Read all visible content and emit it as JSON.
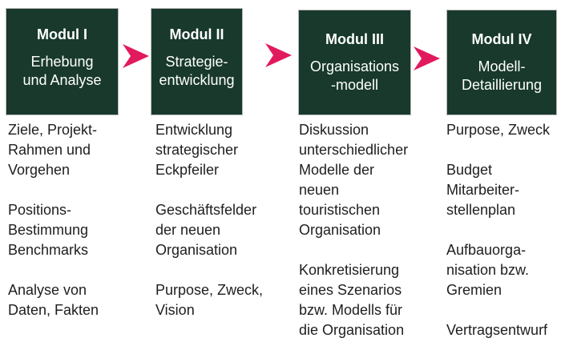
{
  "colors": {
    "box_fill": "#18392C",
    "box_border": "#b9b9b9",
    "arrow": "#E11A5E",
    "box_text": "#ffffff",
    "body_text": "#1e1e1e",
    "background": "#ffffff"
  },
  "modules": [
    {
      "title": "Modul I",
      "subtitle": "Erhebung\nund Analyse",
      "items": [
        "Ziele, Projekt-\nRahmen und\nVorgehen",
        "Positions-\nBestimmung\nBenchmarks",
        "Analyse von\nDaten, Fakten"
      ]
    },
    {
      "title": "Modul II",
      "subtitle": "Strategie-\nentwicklung",
      "items": [
        "Entwicklung\nstrategischer\nEckpfeiler",
        "Geschäftsfelder\nder neuen\nOrganisation",
        "Purpose, Zweck,\nVision"
      ]
    },
    {
      "title": "Modul III",
      "subtitle": "Organisations\n-modell",
      "items": [
        "Diskussion\nunterschiedlicher\nModelle der\nneuen\ntouristischen\nOrganisation",
        "Konkretisierung\neines Szenarios\nbzw. Modells für\ndie Organisation"
      ]
    },
    {
      "title": "Modul IV",
      "subtitle": "Modell-\nDetaillierung",
      "items": [
        "Purpose, Zweck",
        "Budget\nMitarbeiter-\nstellenplan",
        "Aufbauorga-\nnisation bzw.\nGremien",
        "Vertragsentwurf"
      ]
    }
  ]
}
